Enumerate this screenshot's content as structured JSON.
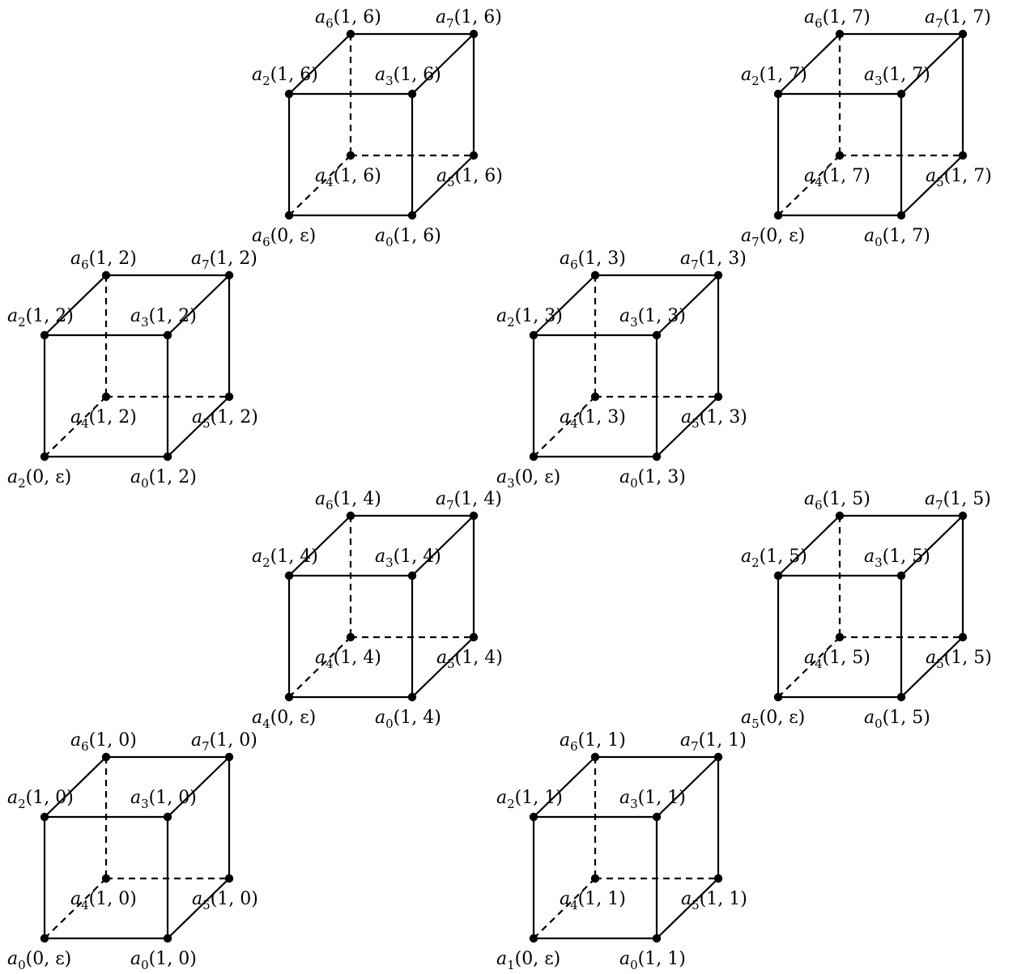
{
  "cubes": [
    {
      "name": "cube-6",
      "labels": {
        "top_back_left": [
          "6",
          "(1, 6)"
        ],
        "top_back_right": [
          "7",
          "(1, 6)"
        ],
        "top_front_left": [
          "2",
          "(1, 6)"
        ],
        "top_front_right": [
          "3",
          "(1, 6)"
        ],
        "bottom_back_left": [
          "4",
          "(1, 6)"
        ],
        "bottom_back_right": [
          "5",
          "(1, 6)"
        ],
        "bottom_front_left": [
          "6",
          "(0, ε)"
        ],
        "bottom_front_right": [
          "0",
          "(1, 6)"
        ]
      }
    },
    {
      "name": "cube-7",
      "labels": {
        "top_back_left": [
          "6",
          "(1, 7)"
        ],
        "top_back_right": [
          "7",
          "(1, 7)"
        ],
        "top_front_left": [
          "2",
          "(1, 7)"
        ],
        "top_front_right": [
          "3",
          "(1, 7)"
        ],
        "bottom_back_left": [
          "4",
          "(1, 7)"
        ],
        "bottom_back_right": [
          "5",
          "(1, 7)"
        ],
        "bottom_front_left": [
          "7",
          "(0, ε)"
        ],
        "bottom_front_right": [
          "0",
          "(1, 7)"
        ]
      }
    },
    {
      "name": "cube-2",
      "labels": {
        "top_back_left": [
          "6",
          "(1, 2)"
        ],
        "top_back_right": [
          "7",
          "(1, 2)"
        ],
        "top_front_left": [
          "2",
          "(1, 2)"
        ],
        "top_front_right": [
          "3",
          "(1, 2)"
        ],
        "bottom_back_left": [
          "4",
          "(1, 2)"
        ],
        "bottom_back_right": [
          "5",
          "(1, 2)"
        ],
        "bottom_front_left": [
          "2",
          "(0, ε)"
        ],
        "bottom_front_right": [
          "0",
          "(1, 2)"
        ]
      }
    },
    {
      "name": "cube-3",
      "labels": {
        "top_back_left": [
          "6",
          "(1, 3)"
        ],
        "top_back_right": [
          "7",
          "(1, 3)"
        ],
        "top_front_left": [
          "2",
          "(1, 3)"
        ],
        "top_front_right": [
          "3",
          "(1, 3)"
        ],
        "bottom_back_left": [
          "4",
          "(1, 3)"
        ],
        "bottom_back_right": [
          "5",
          "(1, 3)"
        ],
        "bottom_front_left": [
          "3",
          "(0, ε)"
        ],
        "bottom_front_right": [
          "0",
          "(1, 3)"
        ]
      }
    },
    {
      "name": "cube-4",
      "labels": {
        "top_back_left": [
          "6",
          "(1, 4)"
        ],
        "top_back_right": [
          "7",
          "(1, 4)"
        ],
        "top_front_left": [
          "2",
          "(1, 4)"
        ],
        "top_front_right": [
          "3",
          "(1, 4)"
        ],
        "bottom_back_left": [
          "4",
          "(1, 4)"
        ],
        "bottom_back_right": [
          "5",
          "(1, 4)"
        ],
        "bottom_front_left": [
          "4",
          "(0, ε)"
        ],
        "bottom_front_right": [
          "0",
          "(1, 4)"
        ]
      }
    },
    {
      "name": "cube-5",
      "labels": {
        "top_back_left": [
          "6",
          "(1, 5)"
        ],
        "top_back_right": [
          "7",
          "(1, 5)"
        ],
        "top_front_left": [
          "2",
          "(1, 5)"
        ],
        "top_front_right": [
          "3",
          "(1, 5)"
        ],
        "bottom_back_left": [
          "4",
          "(1, 5)"
        ],
        "bottom_back_right": [
          "5",
          "(1, 5)"
        ],
        "bottom_front_left": [
          "5",
          "(0, ε)"
        ],
        "bottom_front_right": [
          "0",
          "(1, 5)"
        ]
      }
    },
    {
      "name": "cube-0",
      "labels": {
        "top_back_left": [
          "6",
          "(1, 0)"
        ],
        "top_back_right": [
          "7",
          "(1, 0)"
        ],
        "top_front_left": [
          "2",
          "(1, 0)"
        ],
        "top_front_right": [
          "3",
          "(1, 0)"
        ],
        "bottom_back_left": [
          "4",
          "(1, 0)"
        ],
        "bottom_back_right": [
          "5",
          "(1, 0)"
        ],
        "bottom_front_left": [
          "0",
          "(0, ε)"
        ],
        "bottom_front_right": [
          "0",
          "(1, 0)"
        ]
      }
    },
    {
      "name": "cube-1",
      "labels": {
        "top_back_left": [
          "6",
          "(1, 1)"
        ],
        "top_back_right": [
          "7",
          "(1, 1)"
        ],
        "top_front_left": [
          "2",
          "(1, 1)"
        ],
        "top_front_right": [
          "3",
          "(1, 1)"
        ],
        "bottom_back_left": [
          "4",
          "(1, 1)"
        ],
        "bottom_back_right": [
          "5",
          "(1, 1)"
        ],
        "bottom_front_left": [
          "1",
          "(0, ε)"
        ],
        "bottom_front_right": [
          "0",
          "(1, 1)"
        ]
      }
    }
  ],
  "variable_letter": "a"
}
